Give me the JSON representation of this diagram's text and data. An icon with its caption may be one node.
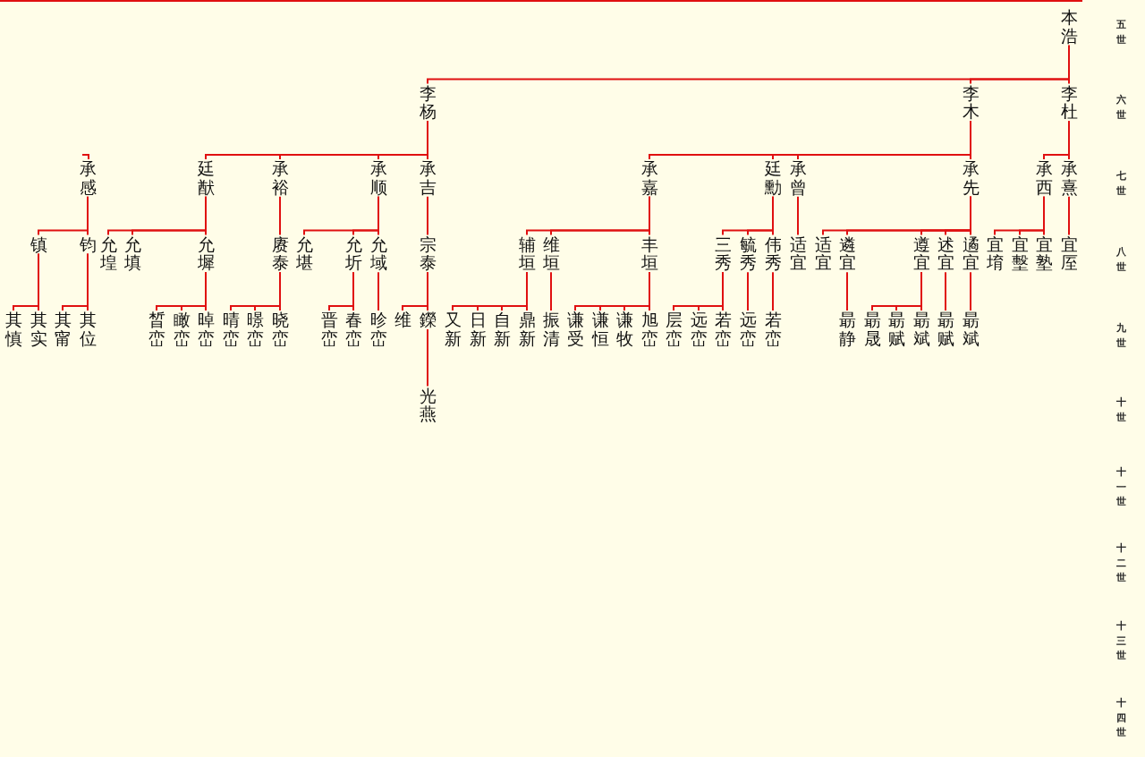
{
  "diagram": {
    "nodes": [
      {
        "text": [
          "本浩"
        ]
      },
      {
        "text": [
          "李杨"
        ]
      },
      {
        "text": [
          "李木"
        ]
      },
      {
        "text": [
          "李杜"
        ]
      },
      {
        "text": [
          "承感"
        ]
      },
      {
        "text": [
          "廷猷"
        ]
      },
      {
        "text": [
          "承裕"
        ]
      },
      {
        "text": [
          "承顺"
        ]
      },
      {
        "text": [
          "承吉"
        ]
      },
      {
        "text": [
          "承嘉"
        ]
      },
      {
        "text": [
          "廷勳"
        ]
      },
      {
        "text": [
          "承曾"
        ]
      },
      {
        "text": [
          "承先"
        ]
      },
      {
        "text": [
          "承西"
        ]
      },
      {
        "text": [
          "承熹"
        ]
      },
      {
        "text": [
          "镇"
        ]
      },
      {
        "text": [
          "钧"
        ]
      },
      {
        "text": [
          "允堭"
        ]
      },
      {
        "text": [
          "允填"
        ]
      },
      {
        "text": [
          "允墀"
        ]
      },
      {
        "text": [
          "赓泰"
        ]
      },
      {
        "text": [
          "允堪"
        ]
      },
      {
        "text": [
          "允圻"
        ]
      },
      {
        "text": [
          "允域"
        ]
      },
      {
        "text": [
          "宗泰"
        ]
      },
      {
        "text": [
          "辅垣"
        ]
      },
      {
        "text": [
          "维垣"
        ]
      },
      {
        "text": [
          "丰垣"
        ]
      },
      {
        "text": [
          "三秀"
        ]
      },
      {
        "text": [
          "毓秀"
        ]
      },
      {
        "text": [
          "伟秀"
        ]
      },
      {
        "text": [
          "适宜"
        ]
      },
      {
        "text": [
          "适宜"
        ]
      },
      {
        "text": [
          "遴宜"
        ]
      },
      {
        "text": [
          "遵宜"
        ]
      },
      {
        "text": [
          "述宜"
        ]
      },
      {
        "text": [
          "遹宜"
        ]
      },
      {
        "text": [
          "宜堉"
        ]
      },
      {
        "text": [
          "宜墼"
        ]
      },
      {
        "text": [
          "宜塾"
        ]
      },
      {
        "text": [
          "宜厔"
        ]
      },
      {
        "text": [
          "其慎"
        ]
      },
      {
        "text": [
          "其实"
        ]
      },
      {
        "text": [
          "其甯"
        ]
      },
      {
        "text": [
          "其位"
        ]
      },
      {
        "text": [
          "晳峦"
        ]
      },
      {
        "text": [
          "瞰峦"
        ]
      },
      {
        "text": [
          "晫峦"
        ]
      },
      {
        "text": [
          "晴峦"
        ]
      },
      {
        "text": [
          "暻峦"
        ]
      },
      {
        "text": [
          "晓峦"
        ]
      },
      {
        "text": [
          "晋峦"
        ]
      },
      {
        "text": [
          "春峦"
        ]
      },
      {
        "text": [
          "昣峦"
        ]
      },
      {
        "text": [
          "维"
        ]
      },
      {
        "text": [
          "鑅"
        ]
      },
      {
        "text": [
          "又新"
        ]
      },
      {
        "text": [
          "日新"
        ]
      },
      {
        "text": [
          "自新"
        ]
      },
      {
        "text": [
          "鼎新"
        ]
      },
      {
        "text": [
          "振清"
        ]
      },
      {
        "text": [
          "谦受"
        ]
      },
      {
        "text": [
          "谦恒"
        ]
      },
      {
        "text": [
          "谦牧"
        ]
      },
      {
        "text": [
          "旭峦"
        ]
      },
      {
        "text": [
          "层峦"
        ]
      },
      {
        "text": [
          "远峦"
        ]
      },
      {
        "text": [
          "若峦"
        ]
      },
      {
        "text": [
          "远峦"
        ]
      },
      {
        "text": [
          "若峦"
        ]
      },
      {
        "text": [
          "朂静"
        ]
      },
      {
        "text": [
          "朂晟"
        ]
      },
      {
        "text": [
          "朂赋"
        ]
      },
      {
        "text": [
          "朂斌"
        ]
      },
      {
        "text": [
          "朂赋"
        ]
      },
      {
        "text": [
          "朂斌"
        ]
      },
      {
        "text": [
          "光燕"
        ]
      }
    ],
    "edges": [
      {
        "from": 0,
        "to": 1,
        "arrow": "none"
      },
      {
        "from": 0,
        "to": 2,
        "arrow": "none"
      },
      {
        "from": 0,
        "to": 3,
        "arrow": "none"
      },
      {
        "from": 1,
        "to": 5,
        "arrow": "none"
      },
      {
        "from": 1,
        "to": 6,
        "arrow": "none"
      },
      {
        "from": 1,
        "to": 7,
        "arrow": "none"
      },
      {
        "from": 1,
        "to": 8,
        "arrow": "none"
      },
      {
        "from": 2,
        "to": 9,
        "arrow": "none"
      },
      {
        "from": 2,
        "to": 10,
        "arrow": "none"
      },
      {
        "from": 2,
        "to": 11,
        "arrow": "none"
      },
      {
        "from": 2,
        "to": 12,
        "arrow": "none"
      },
      {
        "from": 3,
        "to": 13,
        "arrow": "none"
      },
      {
        "from": 3,
        "to": 14,
        "arrow": "none"
      },
      {
        "from": null,
        "to": 4,
        "arrow": "none"
      },
      {
        "from": 4,
        "to": 15,
        "arrow": "none"
      },
      {
        "from": 4,
        "to": 16,
        "arrow": "none"
      },
      {
        "from": 5,
        "to": 17,
        "arrow": "none"
      },
      {
        "from": 5,
        "to": 18,
        "arrow": "none"
      },
      {
        "from": 5,
        "to": 19,
        "arrow": "none"
      },
      {
        "from": 6,
        "to": 20,
        "arrow": "none"
      },
      {
        "from": 7,
        "to": 21,
        "arrow": "none"
      },
      {
        "from": 7,
        "to": 22,
        "arrow": "none"
      },
      {
        "from": 7,
        "to": 23,
        "arrow": "none"
      },
      {
        "from": 8,
        "to": 24,
        "arrow": "none"
      },
      {
        "from": 9,
        "to": 25,
        "arrow": "none"
      },
      {
        "from": 9,
        "to": 26,
        "arrow": "none"
      },
      {
        "from": 9,
        "to": 27,
        "arrow": "none"
      },
      {
        "from": 10,
        "to": 28,
        "arrow": "none"
      },
      {
        "from": 10,
        "to": 29,
        "arrow": "none"
      },
      {
        "from": 10,
        "to": 30,
        "arrow": "none"
      },
      {
        "from": 11,
        "to": 31,
        "arrow": "none"
      },
      {
        "from": 12,
        "to": 32,
        "arrow": "none"
      },
      {
        "from": 12,
        "to": 33,
        "arrow": "none"
      },
      {
        "from": 12,
        "to": 34,
        "arrow": "none"
      },
      {
        "from": 12,
        "to": 35,
        "arrow": "none"
      },
      {
        "from": 12,
        "to": 36,
        "arrow": "none"
      },
      {
        "from": 13,
        "to": 37,
        "arrow": "none"
      },
      {
        "from": 13,
        "to": 38,
        "arrow": "none"
      },
      {
        "from": 13,
        "to": 39,
        "arrow": "none"
      },
      {
        "from": 14,
        "to": 40,
        "arrow": "none"
      },
      {
        "from": 15,
        "to": 41,
        "arrow": "none"
      },
      {
        "from": 15,
        "to": 42,
        "arrow": "none"
      },
      {
        "from": 16,
        "to": 43,
        "arrow": "none"
      },
      {
        "from": 16,
        "to": 44,
        "arrow": "none"
      },
      {
        "from": 19,
        "to": 45,
        "arrow": "none"
      },
      {
        "from": 19,
        "to": 46,
        "arrow": "none"
      },
      {
        "from": 19,
        "to": 47,
        "arrow": "none"
      },
      {
        "from": 20,
        "to": 48,
        "arrow": "none"
      },
      {
        "from": 20,
        "to": 49,
        "arrow": "none"
      },
      {
        "from": 20,
        "to": 50,
        "arrow": "none"
      },
      {
        "from": 22,
        "to": 51,
        "arrow": "none"
      },
      {
        "from": 22,
        "to": 52,
        "arrow": "none"
      },
      {
        "from": 23,
        "to": 53,
        "arrow": "none"
      },
      {
        "from": 24,
        "to": 54,
        "arrow": "none"
      },
      {
        "from": 24,
        "to": 55,
        "arrow": "none"
      },
      {
        "from": 25,
        "to": 56,
        "arrow": "none"
      },
      {
        "from": 25,
        "to": 57,
        "arrow": "none"
      },
      {
        "from": 25,
        "to": 58,
        "arrow": "none"
      },
      {
        "from": 25,
        "to": 59,
        "arrow": "none"
      },
      {
        "from": 26,
        "to": 60,
        "arrow": "none"
      },
      {
        "from": 27,
        "to": 61,
        "arrow": "none"
      },
      {
        "from": 27,
        "to": 62,
        "arrow": "none"
      },
      {
        "from": 27,
        "to": 63,
        "arrow": "none"
      },
      {
        "from": 27,
        "to": 64,
        "arrow": "none"
      },
      {
        "from": 28,
        "to": 65,
        "arrow": "none"
      },
      {
        "from": 28,
        "to": 66,
        "arrow": "none"
      },
      {
        "from": 28,
        "to": 67,
        "arrow": "none"
      },
      {
        "from": 29,
        "to": 68,
        "arrow": "none"
      },
      {
        "from": 30,
        "to": 69,
        "arrow": "none"
      },
      {
        "from": 33,
        "to": 70,
        "arrow": "none"
      },
      {
        "from": 34,
        "to": 71,
        "arrow": "none"
      },
      {
        "from": 34,
        "to": 72,
        "arrow": "none"
      },
      {
        "from": 34,
        "to": 73,
        "arrow": "none"
      },
      {
        "from": 35,
        "to": 74,
        "arrow": "none"
      },
      {
        "from": 36,
        "to": 75,
        "arrow": "none"
      },
      {
        "from": 55,
        "to": 76,
        "arrow": "none"
      }
    ],
    "labels": [
      "五世",
      "六世",
      "七世",
      "八世",
      "九世",
      "十世",
      "十一世",
      "十二世",
      "十三世",
      "十四世"
    ]
  }
}
